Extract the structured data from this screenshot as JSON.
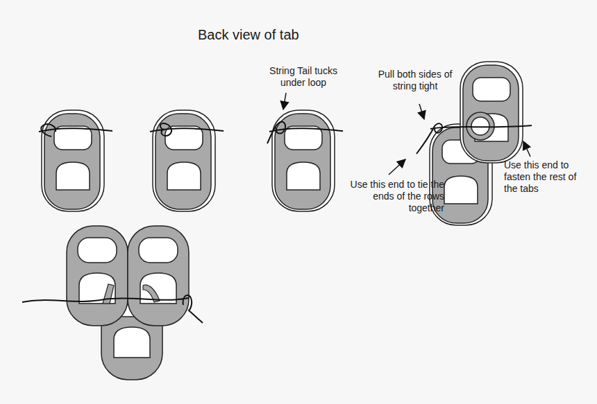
{
  "diagram": {
    "title": "Back view of tab",
    "labels": [
      "String Tail tucks under loop",
      "Pull both sides of string tight",
      "Use this end to tie the ends of the rows together",
      "Use this end to fasten the rest of the tabs"
    ]
  }
}
